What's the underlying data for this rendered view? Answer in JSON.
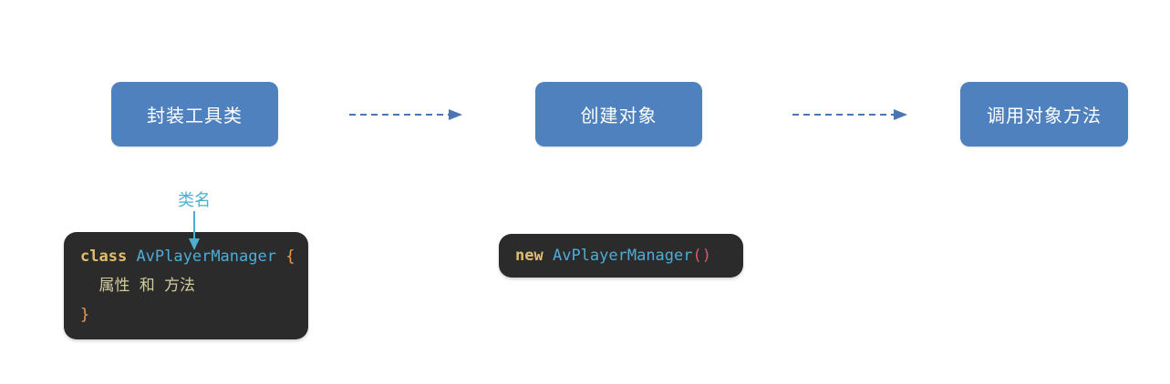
{
  "flow": {
    "steps": [
      {
        "label": "封装工具类"
      },
      {
        "label": "创建对象"
      },
      {
        "label": "调用对象方法"
      }
    ]
  },
  "annotation": {
    "label": "类名"
  },
  "code_blocks": [
    {
      "lines": [
        {
          "tokens": [
            {
              "text": "class",
              "style": "keyword"
            },
            {
              "text": " "
            },
            {
              "text": "AvPlayerManager",
              "style": "classname"
            },
            {
              "text": " "
            },
            {
              "text": "{",
              "style": "brace"
            }
          ]
        },
        {
          "tokens": [
            {
              "text": "  "
            },
            {
              "text": "属性 和 方法",
              "style": "plain"
            }
          ]
        },
        {
          "tokens": [
            {
              "text": "}",
              "style": "brace"
            }
          ]
        }
      ]
    },
    {
      "lines": [
        {
          "tokens": [
            {
              "text": "new",
              "style": "keyword"
            },
            {
              "text": " "
            },
            {
              "text": "AvPlayerManager",
              "style": "classname"
            },
            {
              "text": "()",
              "style": "paren"
            }
          ]
        }
      ]
    }
  ],
  "colors": {
    "box_blue": "#4E81BD",
    "arrow_blue": "#4A76B4",
    "annotation_cyan": "#4FAECD",
    "code_bg": "#2B2B2B",
    "keyword": "#E0BE6E",
    "classname": "#4FACD7",
    "brace": "#EE9B52",
    "paren": "#E2566B",
    "plain": "#D0CC9E"
  }
}
